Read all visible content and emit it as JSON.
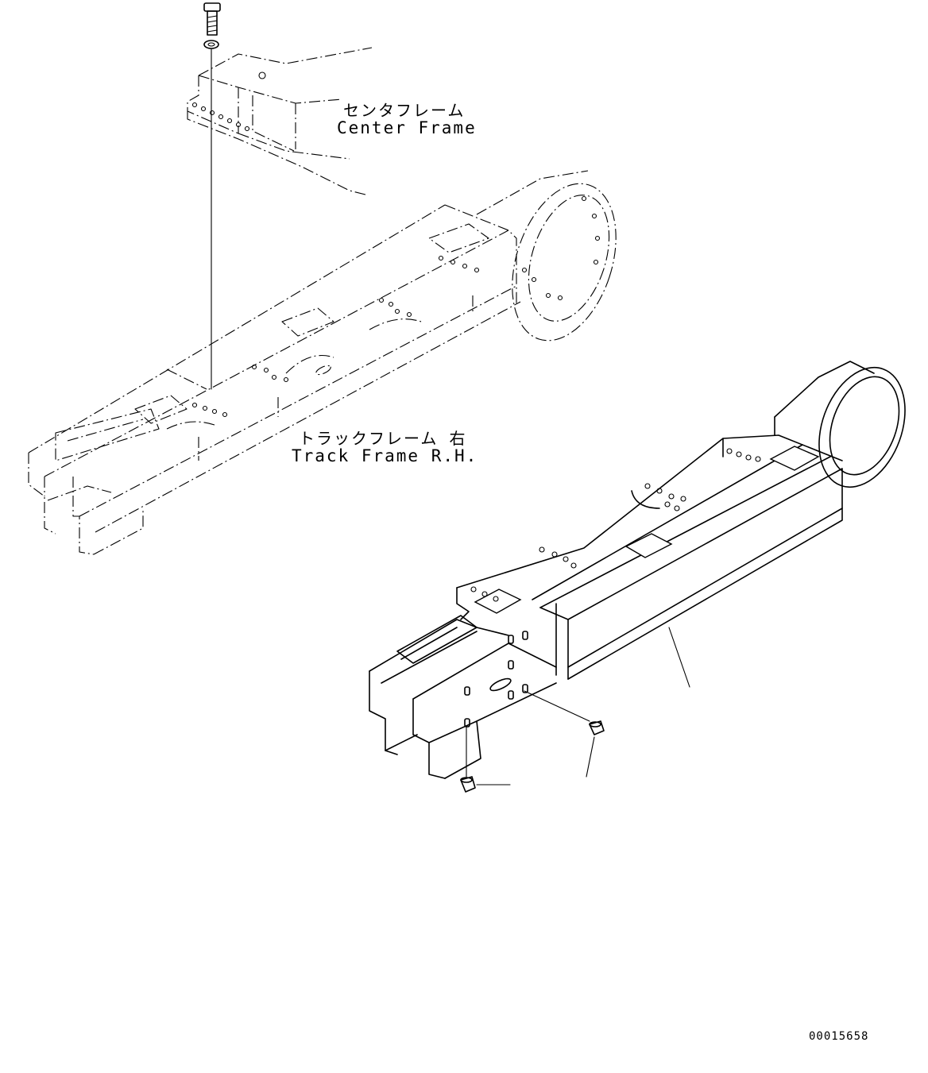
{
  "labels": {
    "center_frame_jp": "センタフレーム",
    "center_frame_en": "Center Frame",
    "track_frame_jp": "トラックフレーム 右",
    "track_frame_en": "Track Frame R.H."
  },
  "drawing_number": "00015658"
}
